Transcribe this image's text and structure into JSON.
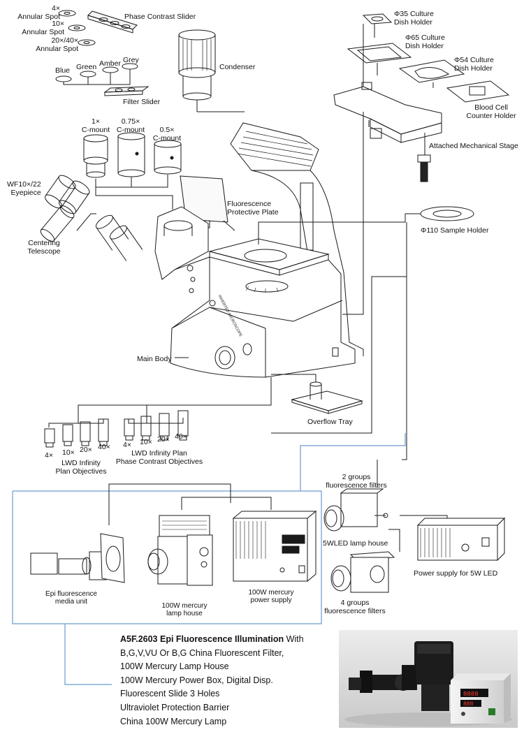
{
  "colors": {
    "line": "#1a1a1a",
    "frame": "#6a9ad2",
    "photo_bg": "#d9d9d9"
  },
  "labels": {
    "annular_4x": "4×\nAnnular Spot",
    "annular_10x": "10×\nAnnular Spot",
    "annular_20_40x": "20×/40×\nAnnular Spot",
    "phase_contrast_slider": "Phase Contrast Slider",
    "filters": [
      "Blue",
      "Green",
      "Amber",
      "Grey"
    ],
    "filter_slider": "Filter Slider",
    "condenser": "Condenser",
    "cmount_1x": "1×\nC-mount",
    "cmount_075x": "0.75×\nC-mount",
    "cmount_05x": "0.5×\nC-mount",
    "eyepiece": "WF10×/22\nEyepiece",
    "centering_telescope": "Centering\nTelescope",
    "fluorescence_plate": "Fluorescence\nProtective Plate",
    "dish_35": "Φ35 Culture\nDish Holder",
    "dish_65": "Φ65 Culture\nDish Holder",
    "dish_54": "Φ54 Culture\nDish Holder",
    "blood_cell": "Blood Cell\nCounter Holder",
    "mechanical_stage": "Attached Mechanical Stage",
    "sample_holder": "Φ110 Sample Holder",
    "main_body": "Main Body",
    "overflow_tray": "Overflow Tray",
    "body_text": "INVERTED MICROSCOPE",
    "plan_mags": [
      "4×",
      "10×",
      "20×",
      "40×"
    ],
    "phase_mags": [
      "4×",
      "10×",
      "20×",
      "40×"
    ],
    "lwd_plan": "LWD Infinity\nPlan Objectives",
    "lwd_phase": "LWD Infinity Plan\nPhase Contrast Objectives",
    "epi_unit": "Epi fluorescence\nmedia unit",
    "mercury_lamp_house": "100W mercury\nlamp house",
    "mercury_power": "100W mercury\npower supply",
    "groups2": "2 groups\nfluorescence filters",
    "led_lamp_house": "5WLED lamp house",
    "power_5w": "Power supply for 5W LED",
    "groups4": "4 groups\nfluorescence filters",
    "display_1": "8888",
    "display_2": "888"
  },
  "description": {
    "model": "A5F.2603 Epi Fluorescence Illumination",
    "lines": [
      " With",
      "B,G,V,VU Or B,G China Fluorescent Filter,",
      "100W Mercury Lamp House",
      "100W Mercury Power Box, Digital Disp.",
      "Fluorescent Slide 3 Holes",
      "Ultraviolet Protection Barrier",
      "China 100W Mercury Lamp"
    ]
  }
}
